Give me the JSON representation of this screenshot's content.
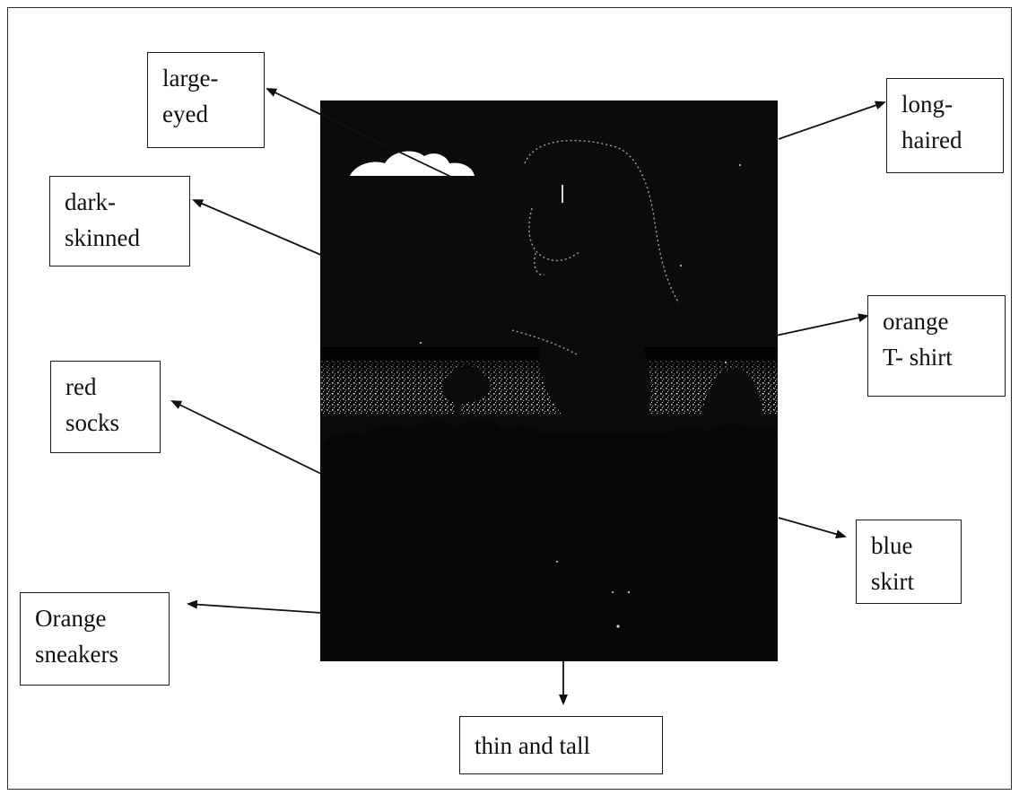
{
  "labels": {
    "large_eyed": [
      "large-",
      "eyed"
    ],
    "dark_skinned": [
      "dark-",
      "skinned"
    ],
    "red_socks": [
      "red",
      "socks"
    ],
    "orange_sneakers": [
      "Orange",
      "sneakers"
    ],
    "long_haired": [
      "long-",
      "haired"
    ],
    "orange_tshirt": [
      "orange",
      "T- shirt"
    ],
    "blue_skirt": [
      "blue",
      "skirt"
    ],
    "thin_and_tall": "thin and tall"
  },
  "colors": {
    "picture_background": "#0b0b0b",
    "ink": "#111111",
    "cloud": "#ffffff"
  }
}
